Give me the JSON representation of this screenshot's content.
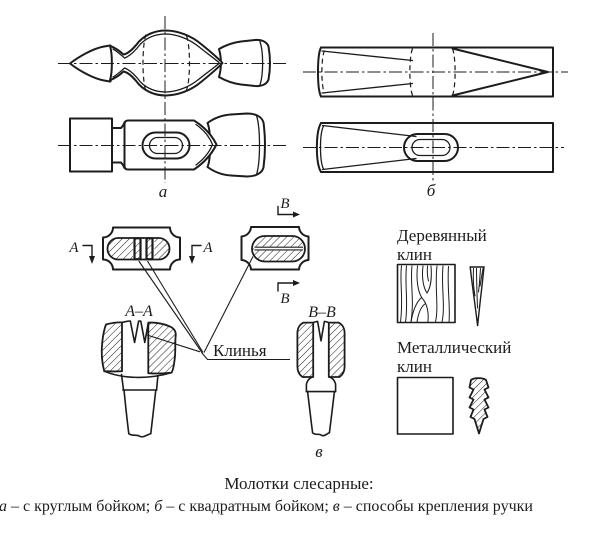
{
  "labels": {
    "a": "а",
    "b": "б",
    "v": "в"
  },
  "section_marks": {
    "a": "А",
    "b": "В"
  },
  "section_titles": {
    "aa": "А–А",
    "bb": "В–В"
  },
  "callouts": {
    "wedges": "Клинья"
  },
  "legend": {
    "wooden_line1": "Деревянный",
    "wooden_line2": "клин",
    "metal_line1": "Металлический",
    "metal_line2": "клин"
  },
  "caption": {
    "title": "Молотки слесарные:",
    "item_a_key": "а",
    "item_a_text": " – с круглым бойком; ",
    "item_b_key": "б",
    "item_b_text": " – с квадратным бойком; ",
    "item_v_key": "в",
    "item_v_text": " – способы крепления ручки"
  },
  "colors": {
    "line": "#1c1c1c",
    "background": "#ffffff",
    "hatch": "#1c1c1c"
  }
}
